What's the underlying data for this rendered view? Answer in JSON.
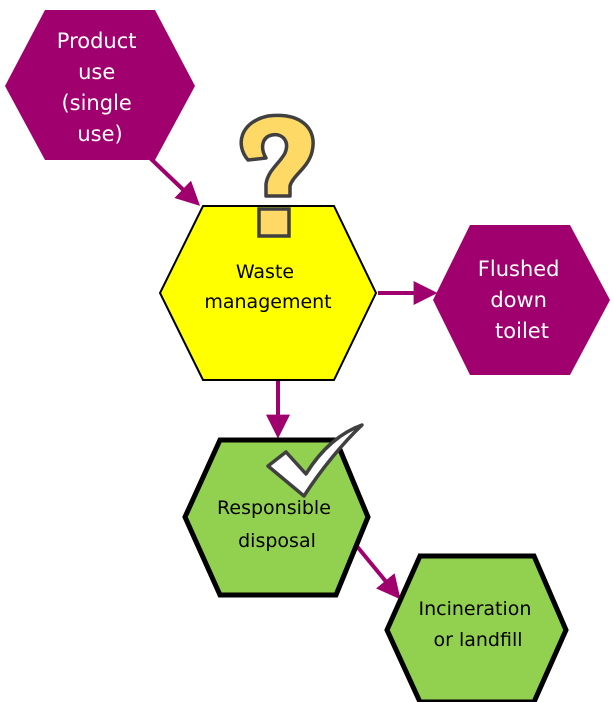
{
  "colors": {
    "purple": "#a0006e",
    "yellow": "#ffff00",
    "green": "#92d050",
    "question": "#ffd966",
    "border": "#000000",
    "white": "#ffffff"
  },
  "icons": {
    "question": "question-mark-icon",
    "check": "checkmark-icon"
  },
  "nodes": {
    "product_use": {
      "lines": [
        "Product",
        "use",
        "(single",
        "use)"
      ]
    },
    "waste_management": {
      "lines": [
        "Waste",
        "management"
      ]
    },
    "flushed": {
      "lines": [
        "Flushed",
        "down",
        "toilet"
      ]
    },
    "responsible": {
      "lines": [
        "Responsible",
        "disposal"
      ]
    },
    "incineration": {
      "lines": [
        "Incineration",
        "or landfill"
      ]
    }
  }
}
